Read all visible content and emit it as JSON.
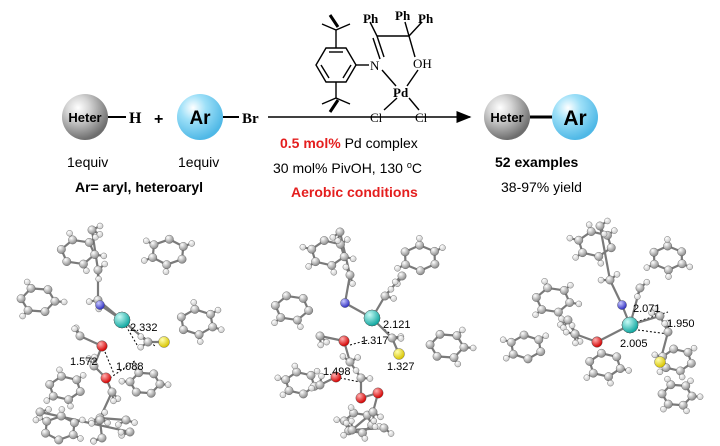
{
  "scheme": {
    "reactant_heter": "Heter",
    "reactant_h": "H",
    "plus": "+",
    "reactant_ar": "Ar",
    "reactant_br": "Br",
    "equiv_1": "1equiv",
    "equiv_2": "1equiv",
    "ar_definition": "Ar= aryl, heteroaryl",
    "product_heter": "Heter",
    "product_ar": "Ar",
    "examples": "52 examples",
    "yield": "38-97% yield",
    "colors": {
      "red": "#e41e1e",
      "sphere_gray": "#8c8c8c",
      "sphere_blue": "#7fd3f3"
    }
  },
  "conditions": {
    "catalyst_loading": "0.5 mol%",
    "catalyst_name": " Pd complex",
    "additive": "30 mol% PivOH, 130 ",
    "temp_degree": "o",
    "temp_unit": "C",
    "atmosphere": "Aerobic conditions"
  },
  "catalyst_structure": {
    "ph1": "Ph",
    "ph2": "Ph",
    "ph3": "Ph",
    "n": "N",
    "oh": "OH",
    "pd": "Pd",
    "cl1": "Cl",
    "cl2": "Cl"
  },
  "structures": [
    {
      "labels": [
        "2.332",
        "1.572",
        "1.088"
      ]
    },
    {
      "labels": [
        "2.121",
        "1.317",
        "1.498",
        "1.327"
      ]
    },
    {
      "labels": [
        "2.071",
        "1.950",
        "2.005"
      ]
    }
  ]
}
